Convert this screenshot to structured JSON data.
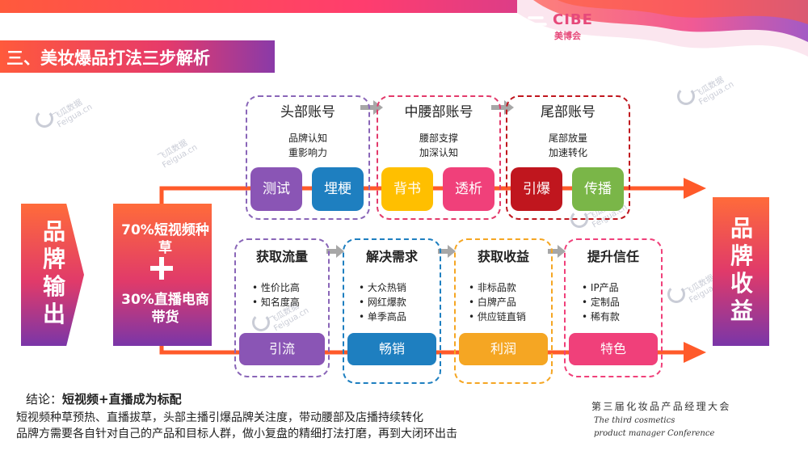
{
  "logo": {
    "text": "CIBE",
    "subtext": "美博会"
  },
  "title": "三、美妆爆品打法三步解析",
  "watermark": {
    "line1": "飞瓜数据",
    "line2": "Feigua.cn"
  },
  "left": {
    "brand_output": "品牌输出",
    "mix_top": "70%短视频种草",
    "mix_plus": "+",
    "mix_bottom": "30%直播电商带货"
  },
  "right": {
    "brand_revenue": "品牌收益"
  },
  "top_row": [
    {
      "title": "头部账号",
      "desc": [
        "品牌认知",
        "重影响力"
      ],
      "pills": [
        "测试",
        "埋梗"
      ]
    },
    {
      "title": "中腰部账号",
      "desc": [
        "腰部支撑",
        "加深认知"
      ],
      "pills": [
        "背书",
        "透析"
      ]
    },
    {
      "title": "尾部账号",
      "desc": [
        "尾部放量",
        "加速转化"
      ],
      "pills": [
        "引爆",
        "传播"
      ]
    }
  ],
  "bottom_row": [
    {
      "title": "获取流量",
      "bullets": [
        "性价比高",
        "知名度高"
      ],
      "pill": "引流"
    },
    {
      "title": "解决需求",
      "bullets": [
        "大众热销",
        "网红爆款",
        "单季高品"
      ],
      "pill": "畅销"
    },
    {
      "title": "获取收益",
      "bullets": [
        "非标品款",
        "白牌产品",
        "供应链直销"
      ],
      "pill": "利润"
    },
    {
      "title": "提升信任",
      "bullets": [
        "IP产品",
        "定制品",
        "稀有款"
      ],
      "pill": "特色"
    }
  ],
  "conclusion": {
    "prefix": "结论：",
    "bold": "短视频+直播成为标配",
    "line2": "短视频种草预热、直播拔草，头部主播引爆品牌关注度，带动腰部及店播持续转化",
    "line3": "品牌方需要各自针对自己的产品和目标人群，做小复盘的精细打法打磨，再到大闭环出击"
  },
  "conference": {
    "line1": "第三届化妆品产品经理大会",
    "line2": "The third cosmetics",
    "line3": "product manager Conference"
  },
  "colors": {
    "accent_orange": "#ff5a2a",
    "purple": "#8a55b5",
    "blue": "#1e7fc0",
    "yellow": "#ffbf00",
    "pink": "#f0407a",
    "red": "#c0161e",
    "green": "#7ab648",
    "orange": "#f5a623"
  }
}
